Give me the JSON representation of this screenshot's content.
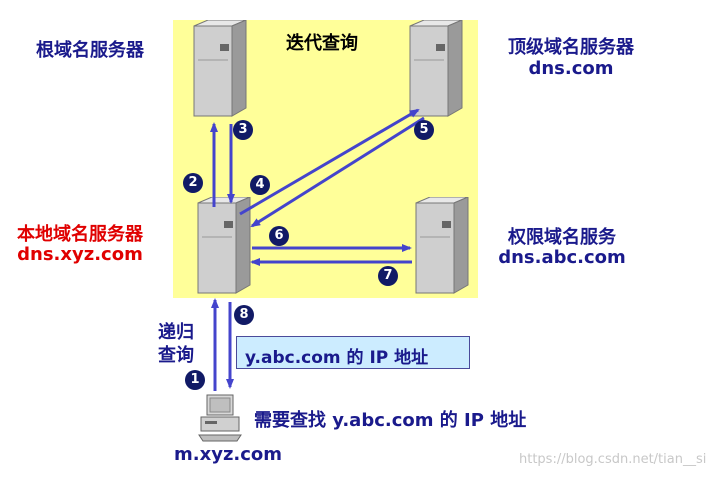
{
  "title": "迭代查询",
  "root_server": {
    "label": "根域名服务器"
  },
  "tld_server": {
    "label": "顶级域名服务器",
    "domain": "dns.com"
  },
  "local_server": {
    "label": "本地域名服务器",
    "domain": "dns.xyz.com"
  },
  "auth_server": {
    "label": "权限域名服务",
    "domain": "dns.abc.com"
  },
  "recursive_query": {
    "line1": "递归",
    "line2": "查询"
  },
  "answer_box": {
    "text": "y.abc.com 的 IP 地址"
  },
  "client": {
    "request": "需要查找 y.abc.com 的 IP 地址",
    "host": "m.xyz.com"
  },
  "steps": [
    "1",
    "2",
    "3",
    "4",
    "5",
    "6",
    "7",
    "8"
  ],
  "watermark": "https://blog.csdn.net/tian__si",
  "colors": {
    "background_panel": "#ffff99",
    "arrow": "#4444cc",
    "badge": "#111a66",
    "label_navy": "#1a1a8c",
    "label_red": "#e00000"
  }
}
